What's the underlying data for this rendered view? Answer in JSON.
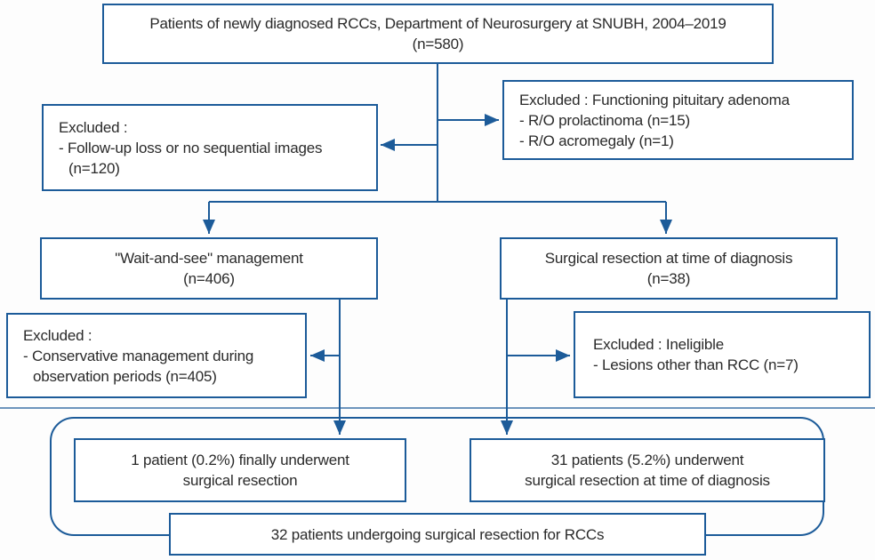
{
  "colors": {
    "line": "#1c5b99",
    "text": "#2a2a2a",
    "bg": "#fdfdfd"
  },
  "nodes": {
    "top": {
      "lines": [
        "Patients of newly diagnosed RCCs, Department of Neurosurgery at SNUBH, 2004–2019",
        "(n=580)"
      ]
    },
    "excluded_pituitary": {
      "lines": [
        "Excluded : Functioning pituitary adenoma",
        "- R/O prolactinoma (n=15)",
        "- R/O acromegaly (n=1)"
      ]
    },
    "excluded_followup": {
      "lines": [
        "Excluded :",
        "- Follow-up loss or no sequential images",
        "(n=120)"
      ]
    },
    "wait_and_see": {
      "lines": [
        "\"Wait-and-see\" management",
        "(n=406)"
      ]
    },
    "surgical_resection": {
      "lines": [
        "Surgical resection at time of diagnosis",
        "(n=38)"
      ]
    },
    "excluded_conservative": {
      "lines": [
        "Excluded :",
        "- Conservative management during",
        "observation periods (n=405)"
      ]
    },
    "excluded_ineligible": {
      "lines": [
        "Excluded : Ineligible",
        "- Lesions other than RCC (n=7)"
      ]
    },
    "one_patient": {
      "lines": [
        "1 patient (0.2%) finally underwent",
        "surgical resection"
      ]
    },
    "thirty_one_patients": {
      "lines": [
        "31 patients (5.2%) underwent",
        "surgical resection at time of diagnosis"
      ]
    },
    "final_total": {
      "lines": [
        "32 patients undergoing surgical resection for RCCs"
      ]
    }
  }
}
